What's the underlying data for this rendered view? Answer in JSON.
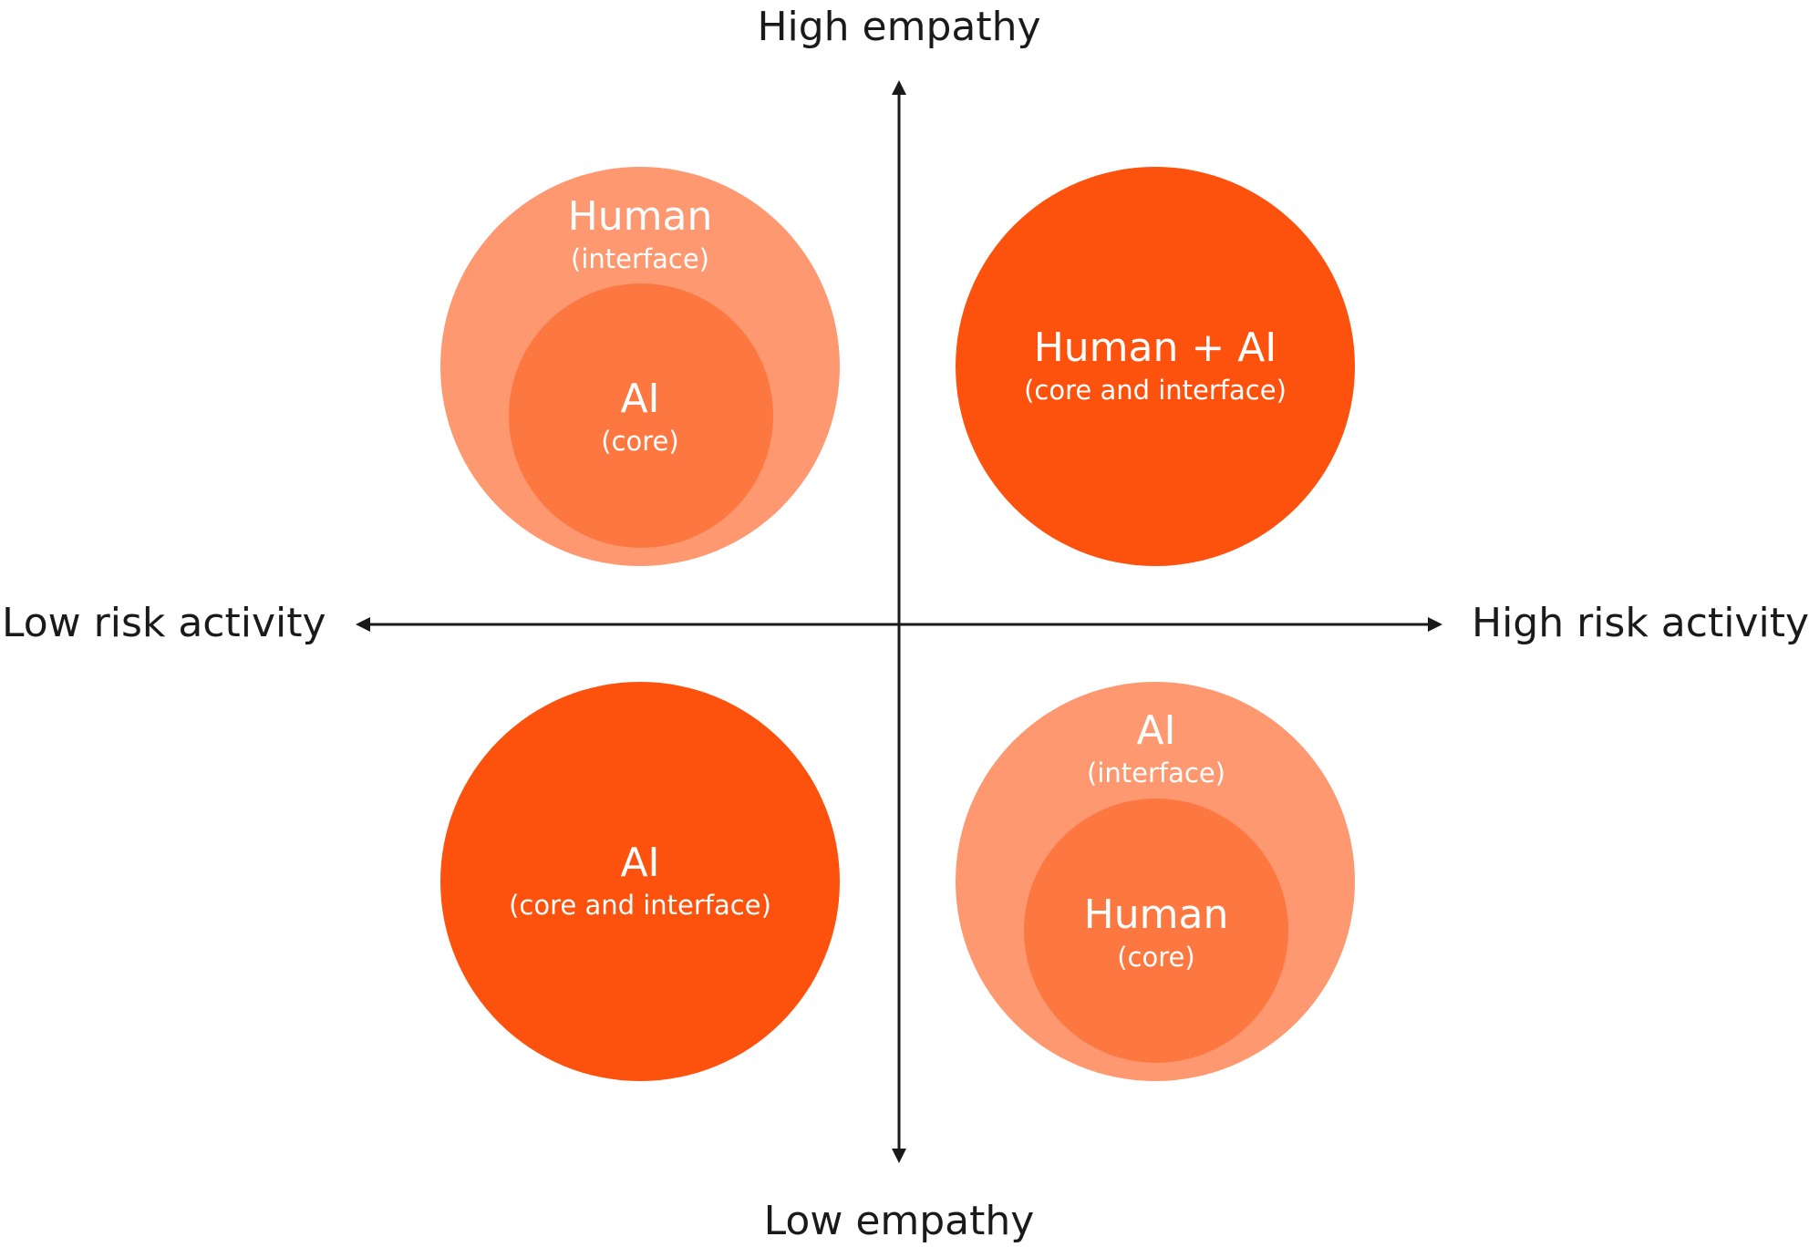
{
  "axes": {
    "top": "High empathy",
    "bottom": "Low empathy",
    "left": "Low risk activity",
    "right": "High risk activity"
  },
  "quadrants": {
    "top_left": {
      "outer": {
        "main": "Human",
        "sub": "(interface)"
      },
      "inner": {
        "main": "AI",
        "sub": "(core)"
      }
    },
    "top_right": {
      "main": "Human + AI",
      "sub": "(core and interface)"
    },
    "bottom_left": {
      "main": "AI",
      "sub": "(core and interface)"
    },
    "bottom_right": {
      "outer": {
        "main": "AI",
        "sub": "(interface)"
      },
      "inner": {
        "main": "Human",
        "sub": "(core)"
      }
    }
  },
  "colors": {
    "outer_light": "#fd9870",
    "inner_mid": "#fd7841",
    "solid": "#fd520e",
    "axis": "#1a1a1a",
    "circle_text": "#ffffff"
  }
}
